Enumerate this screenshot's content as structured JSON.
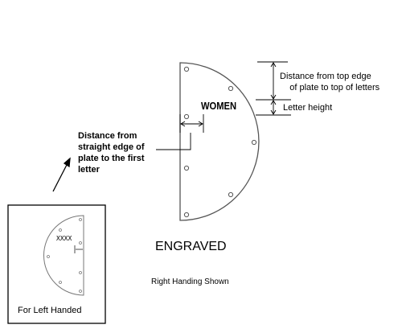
{
  "labels": {
    "plate_text": "WOMEN",
    "top_distance": "Distance from top edge\n    of plate to top of letters",
    "letter_height": "Letter height",
    "straight_edge_distance": "Distance from\nstraight edge of\nplate to the first\nletter",
    "title": "ENGRAVED",
    "subtitle": "Right Handing Shown",
    "inset_placeholder": "XXXX",
    "inset_caption": "For Left Handed"
  },
  "colors": {
    "plate_outline": "#555555",
    "line": "#000000",
    "hole_fill": "#ffffff",
    "hole_stroke": "#555555"
  }
}
